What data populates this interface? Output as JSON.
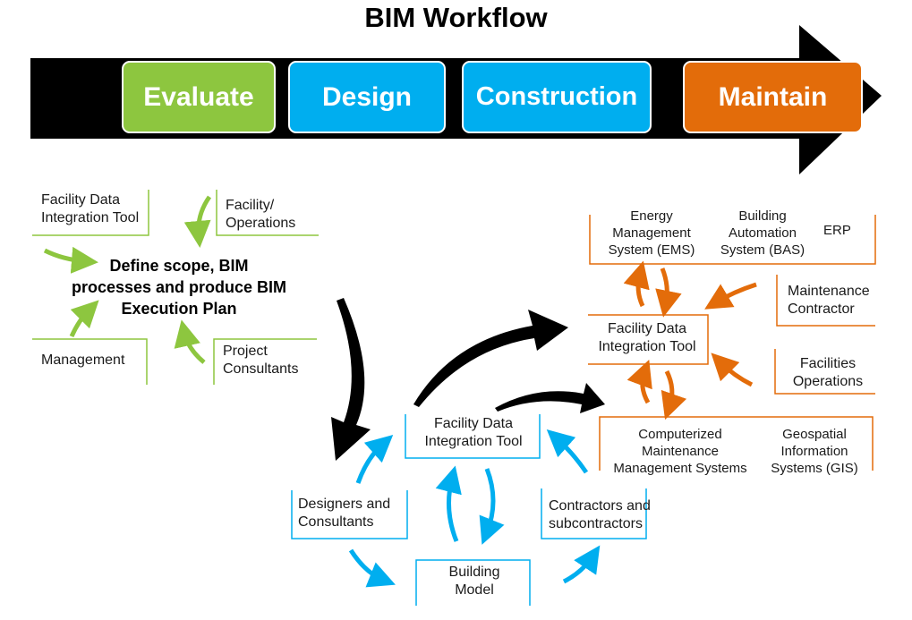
{
  "title": "BIM Workflow",
  "colors": {
    "evaluate": "#8dc63f",
    "design": "#00aeef",
    "construction": "#00aeef",
    "maintain": "#e36c0a",
    "arrow": "#000000",
    "green": "#8dc63f",
    "blue": "#00aeef",
    "orange": "#e36c0a"
  },
  "phases": {
    "evaluate": "Evaluate",
    "design": "Design",
    "construction": "Construction",
    "maintain": "Maintain"
  },
  "evaluate_section": {
    "facility_data_tool": [
      "Facility Data",
      "Integration Tool"
    ],
    "facility_operations": [
      "Facility/",
      "Operations"
    ],
    "core": [
      "Define scope, BIM",
      "processes and produce BIM",
      "Execution Plan"
    ],
    "management": "Management",
    "project_consultants": [
      "Project",
      "Consultants"
    ]
  },
  "design_section": {
    "facility_data_tool": [
      "Facility Data",
      "Integration Tool"
    ],
    "designers": [
      "Designers and",
      "Consultants"
    ],
    "contractors": [
      "Contractors and",
      "subcontractors"
    ],
    "building_model": [
      "Building",
      "Model"
    ]
  },
  "maintain_section": {
    "ems": [
      "Energy",
      "Management",
      "System (EMS)"
    ],
    "bas": [
      "Building",
      "Automation",
      "System (BAS)"
    ],
    "erp": "ERP",
    "facility_data_tool": [
      "Facility Data",
      "Integration Tool"
    ],
    "maintenance_contractor": [
      "Maintenance",
      "Contractor"
    ],
    "facilities_operations": [
      "Facilities",
      "Operations"
    ],
    "cmms": [
      "Computerized",
      "Maintenance",
      "Management Systems"
    ],
    "gis": [
      "Geospatial",
      "Information",
      "Systems (GIS)"
    ]
  }
}
